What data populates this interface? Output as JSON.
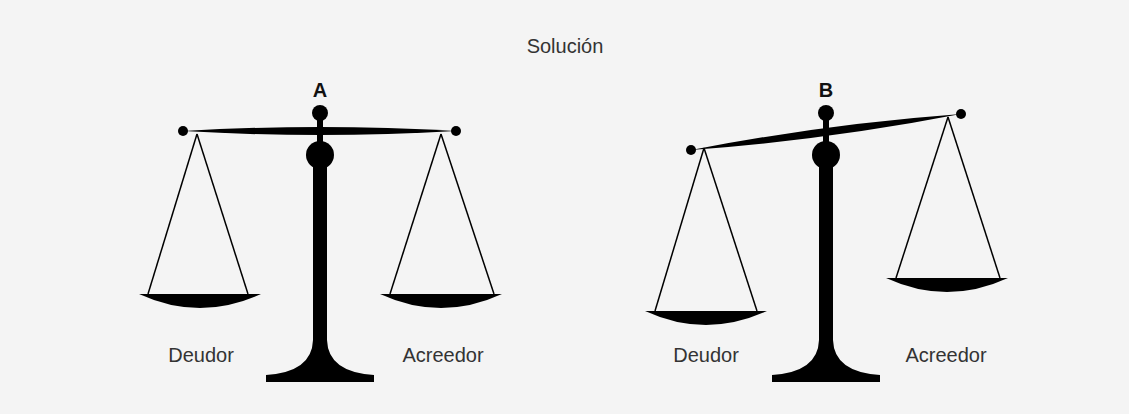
{
  "diagram": {
    "title": "Solución",
    "labels": [
      "A",
      "Deudor",
      "Acreedor",
      "B",
      "Deudor",
      "Acreedor"
    ]
  }
}
